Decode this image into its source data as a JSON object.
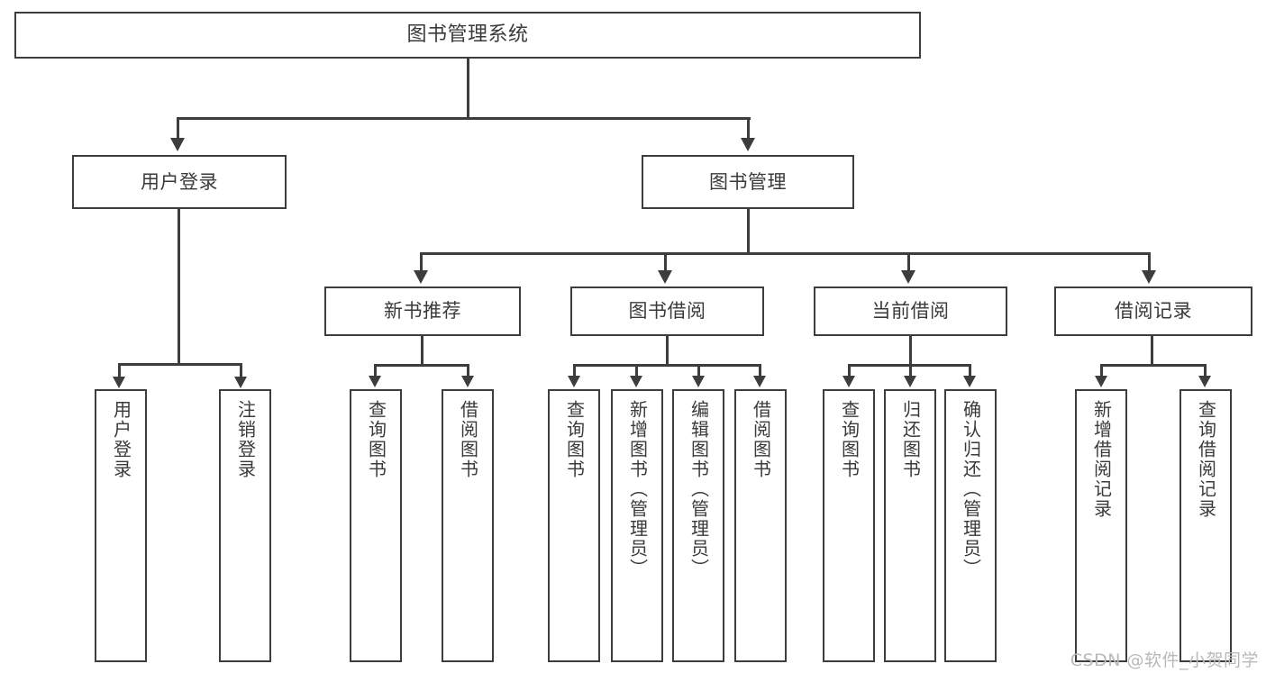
{
  "diagram": {
    "type": "tree",
    "title": "图书管理系统",
    "watermark": "CSDN @软件_小贺同学",
    "colors": {
      "background": "#ffffff",
      "stroke": "#3d3d3d",
      "text": "#3a3a3a",
      "watermark": "#b9b9b9"
    },
    "nodes": {
      "root": {
        "label": "图书管理系统"
      },
      "level2": [
        {
          "id": "user-login",
          "label": "用户登录"
        },
        {
          "id": "book-manage",
          "label": "图书管理"
        }
      ],
      "level3": [
        {
          "id": "new-book-recommend",
          "label": "新书推荐"
        },
        {
          "id": "book-borrow",
          "label": "图书借阅"
        },
        {
          "id": "current-borrow",
          "label": "当前借阅"
        },
        {
          "id": "borrow-record",
          "label": "借阅记录"
        }
      ],
      "leaves": {
        "user-login": [
          {
            "id": "leaf-user-login",
            "label": "用户登录"
          },
          {
            "id": "leaf-logout-login",
            "label": "注销登录"
          }
        ],
        "new-book-recommend": [
          {
            "id": "leaf-query-book-1",
            "label": "查询图书"
          },
          {
            "id": "leaf-borrow-book-1",
            "label": "借阅图书"
          }
        ],
        "book-borrow": [
          {
            "id": "leaf-query-book-2",
            "label": "查询图书"
          },
          {
            "id": "leaf-add-book",
            "label": "新增图书（管理员）"
          },
          {
            "id": "leaf-edit-book",
            "label": "编辑图书（管理员）"
          },
          {
            "id": "leaf-borrow-book-2",
            "label": "借阅图书"
          }
        ],
        "current-borrow": [
          {
            "id": "leaf-query-book-3",
            "label": "查询图书"
          },
          {
            "id": "leaf-return-book",
            "label": "归还图书"
          },
          {
            "id": "leaf-confirm-return",
            "label": "确认归还（管理员）"
          }
        ],
        "borrow-record": [
          {
            "id": "leaf-add-record",
            "label": "新增借阅记录"
          },
          {
            "id": "leaf-query-record",
            "label": "查询借阅记录"
          }
        ]
      }
    }
  }
}
